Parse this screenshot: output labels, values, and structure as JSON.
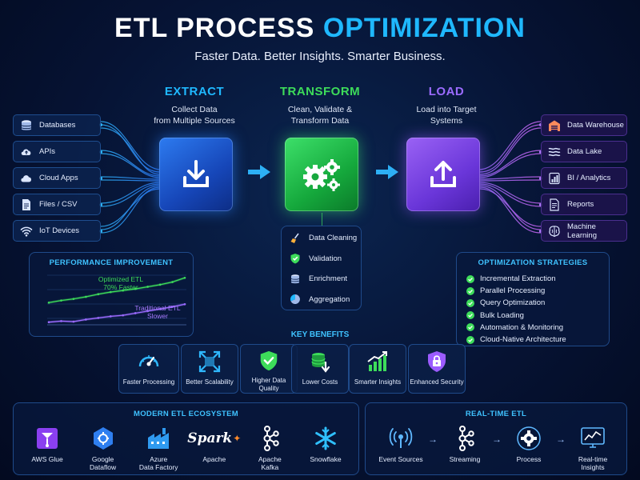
{
  "header": {
    "title_main": "ETL PROCESS ",
    "title_highlight": "OPTIMIZATION",
    "subtitle": "Faster Data. Better Insights. Smarter Business."
  },
  "phases": {
    "extract": {
      "label": "EXTRACT",
      "desc_line1": "Collect Data",
      "desc_line2": "from Multiple Sources",
      "color": "#1fb8ff"
    },
    "transform": {
      "label": "TRANSFORM",
      "desc_line1": "Clean, Validate &",
      "desc_line2": "Transform Data",
      "color": "#3ddc5a"
    },
    "load": {
      "label": "LOAD",
      "desc_line1": "Load into Target",
      "desc_line2": "Systems",
      "color": "#9b6bff"
    }
  },
  "sources": [
    {
      "label": "Databases",
      "icon": "database-icon"
    },
    {
      "label": "APIs",
      "icon": "cloud-upload-icon"
    },
    {
      "label": "Cloud Apps",
      "icon": "cloud-icon"
    },
    {
      "label": "Files / CSV",
      "icon": "file-icon"
    },
    {
      "label": "IoT Devices",
      "icon": "wifi-icon"
    }
  ],
  "destinations": [
    {
      "label": "Data Warehouse",
      "icon": "warehouse-icon"
    },
    {
      "label": "Data Lake",
      "icon": "waves-icon"
    },
    {
      "label": "BI / Analytics",
      "icon": "bar-chart-icon"
    },
    {
      "label": "Reports",
      "icon": "report-icon"
    },
    {
      "label": "Machine Learning",
      "icon": "brain-icon"
    }
  ],
  "transform_steps": [
    {
      "label": "Data Cleaning",
      "icon": "broom-icon"
    },
    {
      "label": "Validation",
      "icon": "shield-check-icon"
    },
    {
      "label": "Enrichment",
      "icon": "layers-icon"
    },
    {
      "label": "Aggregation",
      "icon": "pie-icon"
    }
  ],
  "performance": {
    "title": "PERFORMANCE IMPROVEMENT",
    "optimized_line1": "Optimized ETL",
    "optimized_line2": "70% Faster",
    "traditional_line1": "Traditional ETL",
    "traditional_line2": "Slower"
  },
  "chart_data": {
    "type": "line",
    "title": "PERFORMANCE IMPROVEMENT",
    "series": [
      {
        "name": "Optimized ETL",
        "color": "#3ddc5a",
        "values": [
          4.2,
          4.6,
          4.9,
          5.3,
          5.8,
          6.2,
          6.5,
          6.8,
          7.2,
          7.6,
          8.1,
          8.9
        ]
      },
      {
        "name": "Traditional ETL",
        "color": "#9b6bff",
        "values": [
          0.5,
          0.7,
          0.6,
          1.0,
          1.3,
          1.6,
          1.8,
          2.2,
          2.6,
          3.0,
          3.4,
          3.9
        ]
      }
    ],
    "ylim": [
      0,
      10
    ]
  },
  "strategies": {
    "title": "OPTIMIZATION STRATEGIES",
    "items": [
      "Incremental Extraction",
      "Parallel Processing",
      "Query Optimization",
      "Bulk Loading",
      "Automation & Monitoring",
      "Cloud-Native Architecture"
    ]
  },
  "benefits": {
    "title": "KEY BENEFITS",
    "items": [
      {
        "line1": "Faster Processing",
        "line2": "",
        "icon": "speedometer-icon"
      },
      {
        "line1": "Better Scalability",
        "line2": "",
        "icon": "expand-icon"
      },
      {
        "line1": "Higher Data",
        "line2": "Quality",
        "icon": "shield-check-icon"
      },
      {
        "line1": "Lower Costs",
        "line2": "",
        "icon": "coins-icon"
      },
      {
        "line1": "Smarter Insights",
        "line2": "",
        "icon": "growth-chart-icon"
      },
      {
        "line1": "Enhanced Security",
        "line2": "",
        "icon": "lock-icon"
      }
    ]
  },
  "ecosystem": {
    "title": "MODERN ETL ECOSYSTEM",
    "items": [
      {
        "line1": "AWS Glue",
        "line2": "",
        "icon": "aws-glue-icon"
      },
      {
        "line1": "Google",
        "line2": "Dataflow",
        "icon": "google-dataflow-icon"
      },
      {
        "line1": "Azure",
        "line2": "Data Factory",
        "icon": "azure-data-factory-icon"
      },
      {
        "line1": "Apache",
        "line2": "",
        "icon": "spark-icon",
        "logo_text": "Spark"
      },
      {
        "line1": "Apache",
        "line2": "Kafka",
        "icon": "kafka-icon"
      },
      {
        "line1": "Snowflake",
        "line2": "",
        "icon": "snowflake-icon"
      }
    ]
  },
  "realtime": {
    "title": "REAL-TIME ETL",
    "items": [
      {
        "line1": "Event Sources",
        "line2": "",
        "icon": "broadcast-icon"
      },
      {
        "line1": "Streaming",
        "line2": "",
        "icon": "stream-icon"
      },
      {
        "line1": "Process",
        "line2": "",
        "icon": "gear-icon"
      },
      {
        "line1": "Real-time",
        "line2": "Insights",
        "icon": "dashboard-icon"
      }
    ]
  }
}
